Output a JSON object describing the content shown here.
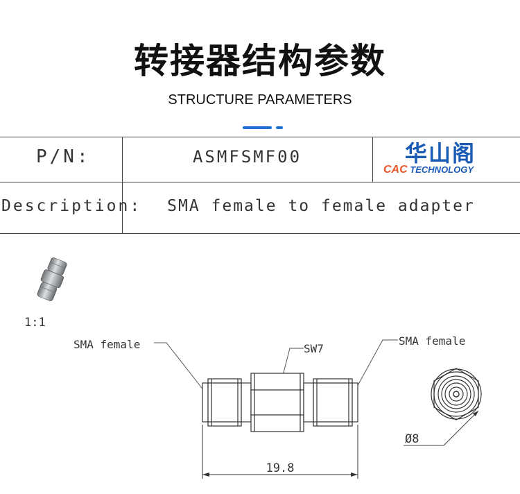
{
  "header": {
    "title_cn": "转接器结构参数",
    "title_en": "STRUCTURE PARAMETERS"
  },
  "colors": {
    "accent": "#1f6fd6",
    "logo_blue": "#1a5bb5",
    "logo_orange": "#e8552a"
  },
  "table": {
    "pn_label": "P/N:",
    "pn_value": "ASMFSMF00",
    "desc_label": "Description:",
    "desc_value": "SMA female to female adapter"
  },
  "logo": {
    "name_cn": "华山阁",
    "brand_short": "CAC",
    "brand_rest": "TECHNOLOGY"
  },
  "drawing": {
    "scale": "1:1",
    "label_left": "SMA female",
    "label_center": "SW7",
    "label_right": "SMA female",
    "diameter": "Ø8",
    "length": "19.8"
  }
}
